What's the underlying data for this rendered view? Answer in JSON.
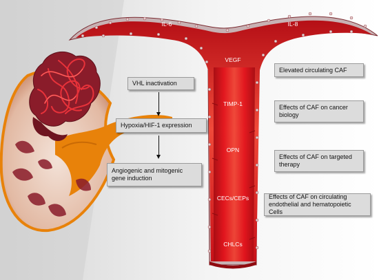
{
  "vessel_labels": {
    "left_branch": "IL-6",
    "right_branch": "IL-8",
    "vegf": "VEGF",
    "timp1": "TIMP-1",
    "opn": "OPN",
    "cecs_ceps": "CECs/CEPs",
    "chlcs": "CHLCs"
  },
  "pathway": {
    "step1": "VHL inactivation",
    "step2": "Hypoxia/HIF-1 expression",
    "step3": "Angiogenic and mitogenic gene induction"
  },
  "effects": {
    "e1": "Elevated circulating CAF",
    "e2": "Effects of CAF on cancer biology",
    "e3": "Effects of CAF on targeted therapy",
    "e4": "Effects of CAF on circulating endothelial and hematopoietic Cells"
  },
  "colors": {
    "vessel_red": "#e3141d",
    "vessel_dark": "#9e0c10",
    "kidney_orange": "#e8820a",
    "tumor_maroon": "#8a1c2a",
    "box_fill": "#dcdcdc"
  }
}
